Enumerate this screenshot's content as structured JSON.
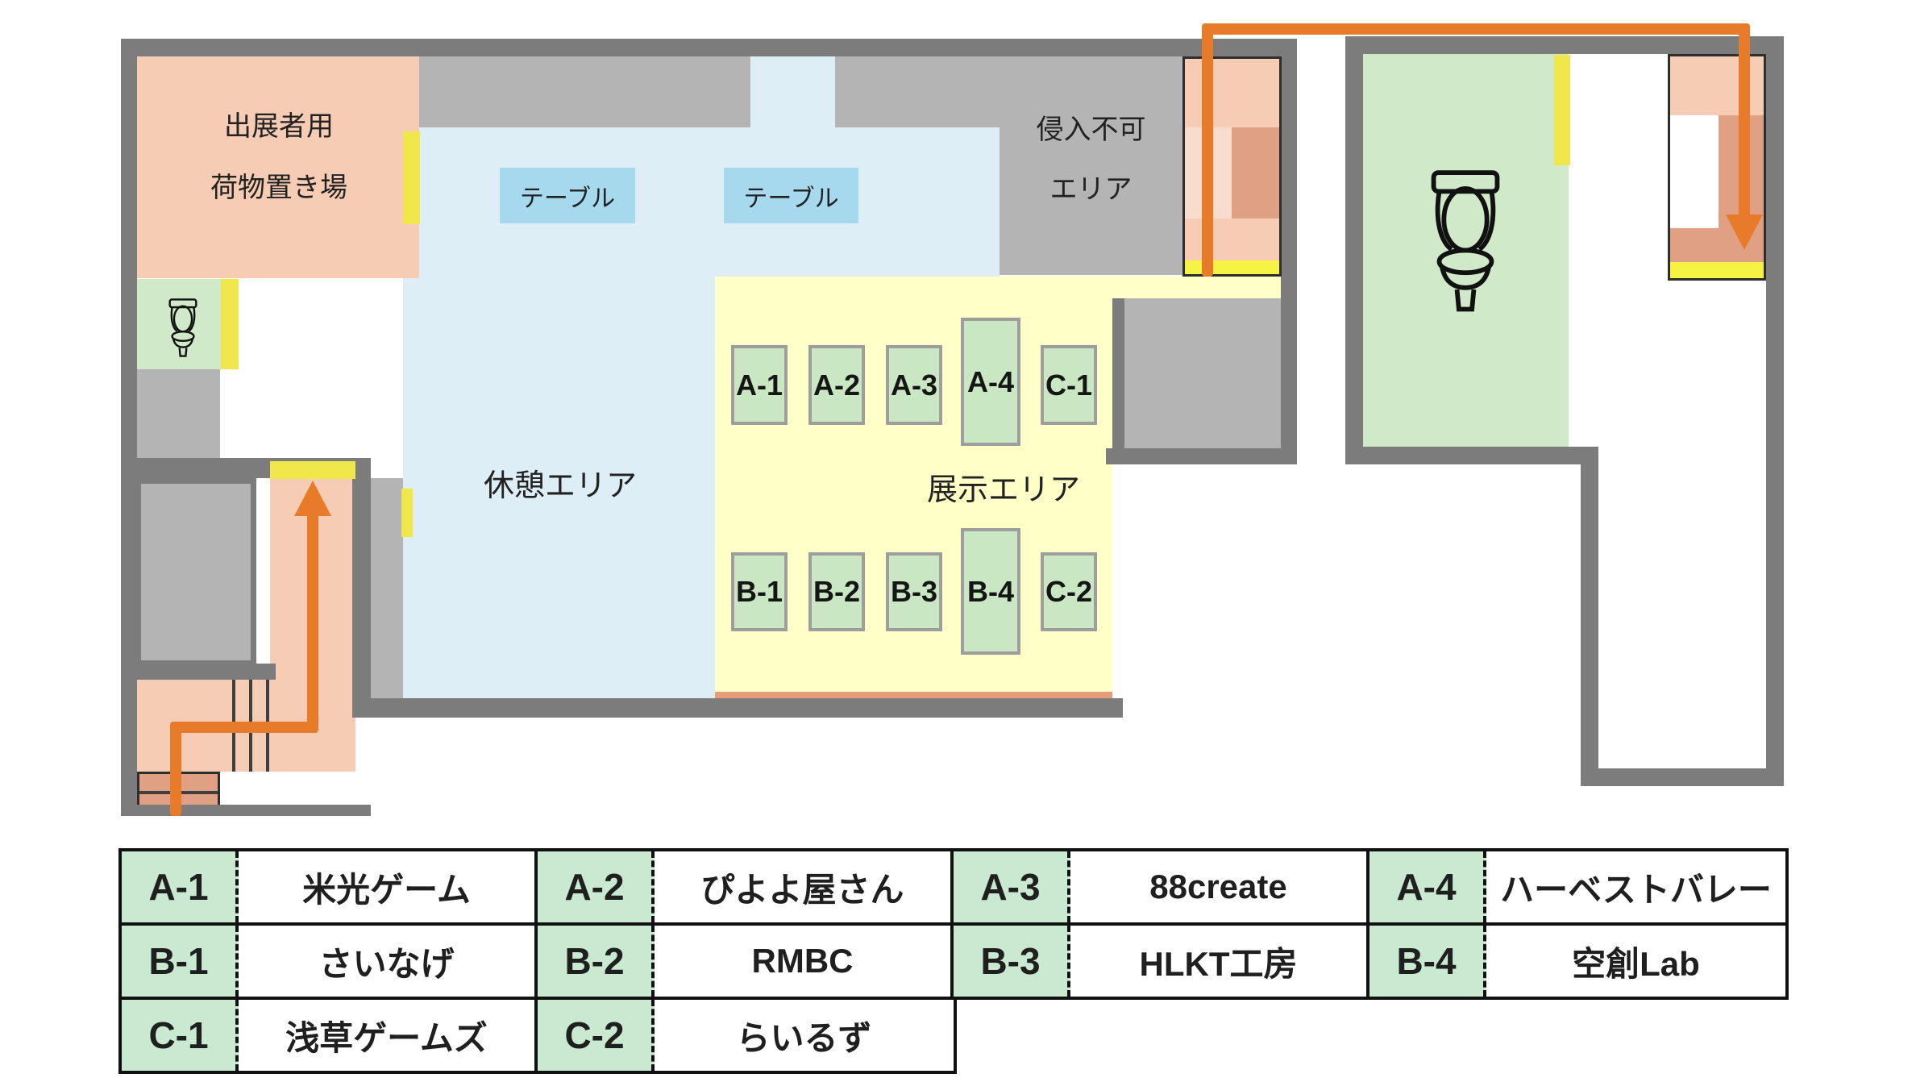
{
  "map": {
    "luggage_label": [
      "出展者用",
      "荷物置き場"
    ],
    "no_entry_label": [
      "侵入不可",
      "エリア"
    ],
    "rest_label": "休憩エリア",
    "exhibit_label": "展示エリア",
    "table_label": "テーブル",
    "booth_rows": {
      "top": [
        "A-1",
        "A-2",
        "A-3",
        "A-4",
        "C-1"
      ],
      "bottom": [
        "B-1",
        "B-2",
        "B-3",
        "B-4",
        "C-2"
      ]
    }
  },
  "legend": {
    "rows": [
      [
        {
          "code": "A-1",
          "name": "米光ゲーム"
        },
        {
          "code": "A-2",
          "name": "ぴよよ屋さん"
        },
        {
          "code": "A-3",
          "name": "88create"
        },
        {
          "code": "A-4",
          "name": "ハーベストバレー"
        }
      ],
      [
        {
          "code": "B-1",
          "name": "さいなげ"
        },
        {
          "code": "B-2",
          "name": "RMBC"
        },
        {
          "code": "B-3",
          "name": "HLKT工房"
        },
        {
          "code": "B-4",
          "name": "空創Lab"
        }
      ],
      [
        {
          "code": "C-1",
          "name": "浅草ゲームズ"
        },
        {
          "code": "C-2",
          "name": "らいるず"
        }
      ]
    ]
  },
  "colors": {
    "wall": "#7c7c7c",
    "zone_gray": "#b4b4b4",
    "rest_blue": "#ddeef7",
    "table_blue": "#a6d8ee",
    "exhibit_yellow": "#ffffc8",
    "door_yellow": "#f0e84b",
    "exit_yellow": "#f7f344",
    "booth_green": "#c9e7c2",
    "booth_border": "#9e9e9e",
    "toilet_green": "#d0eac9",
    "stair_pink": "#f6ccb4",
    "stair_light": "#f8dccd",
    "stair_dark": "#dfa083",
    "route_orange": "#e87b2a",
    "legend_green": "#c9e9d1",
    "line_dark": "#3f3f3f",
    "salmon_line": "#e79d77"
  }
}
